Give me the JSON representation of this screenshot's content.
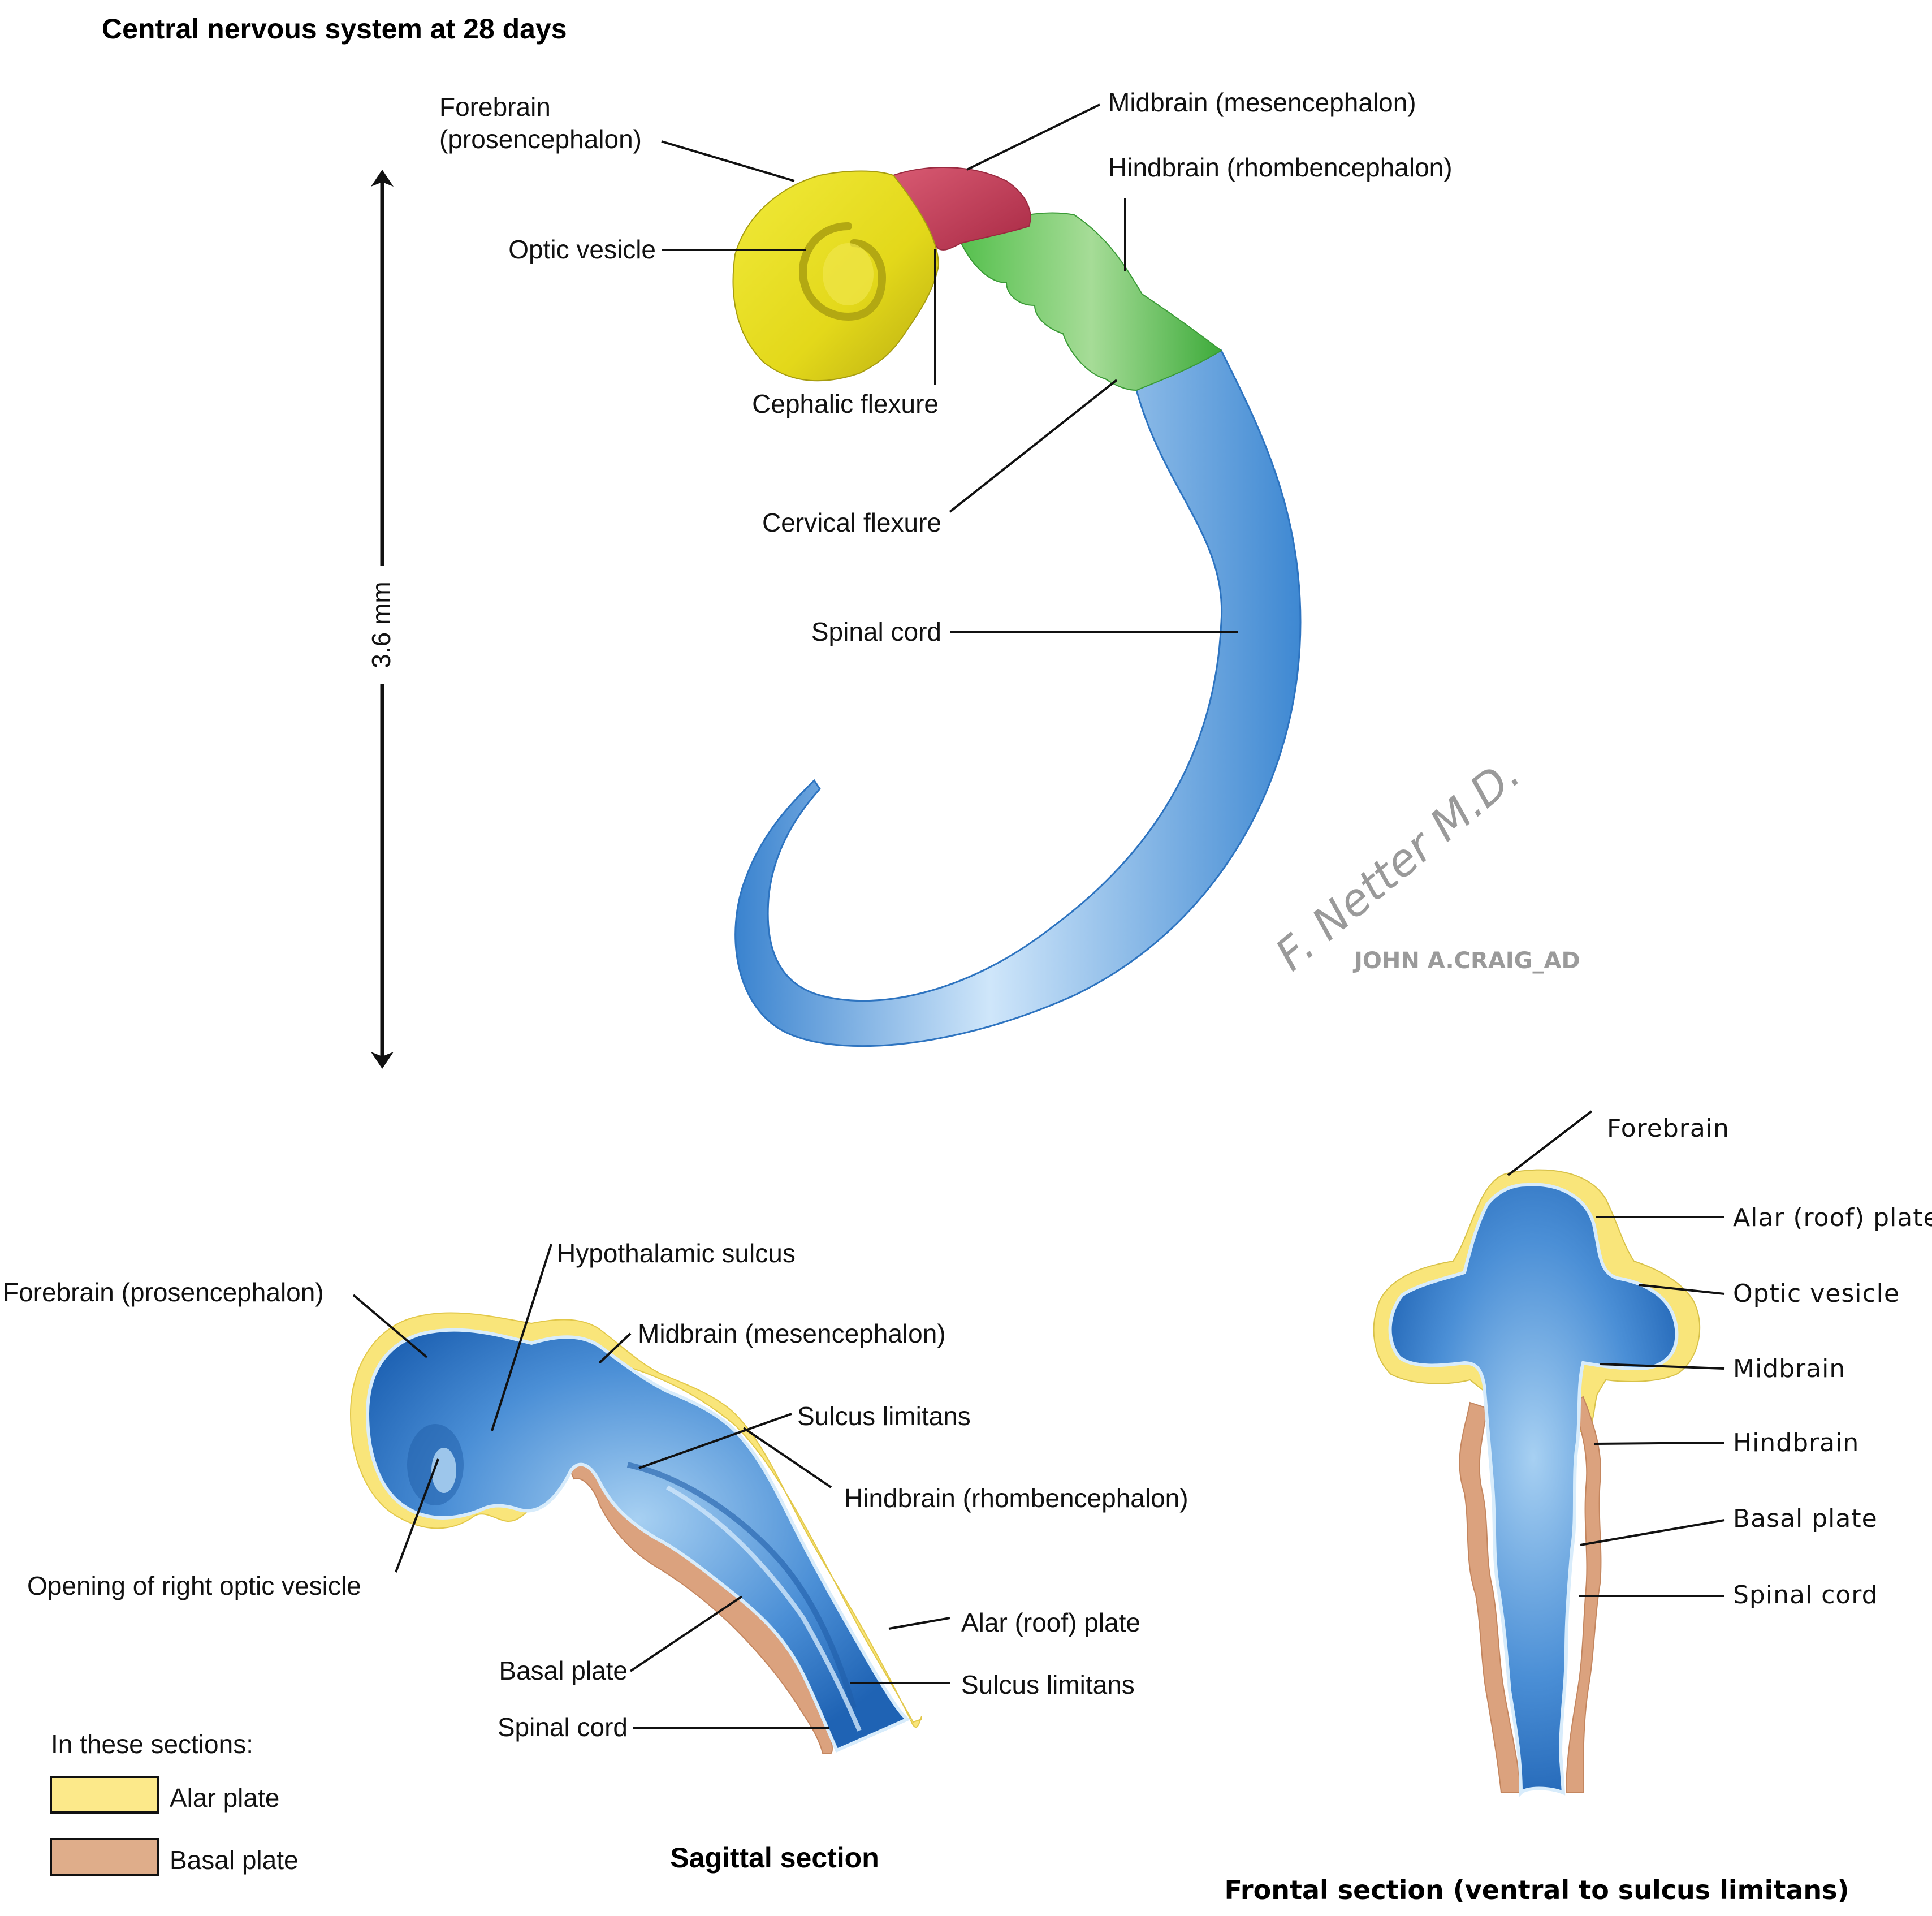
{
  "title": "Central nervous system at 28 days",
  "scale_bar": {
    "label": "3.6 mm"
  },
  "whole_embryo": {
    "labels": {
      "forebrain_line1": "Forebrain",
      "forebrain_line2": "(prosencephalon)",
      "midbrain": "Midbrain (mesencephalon)",
      "hindbrain": "Hindbrain (rhombencephalon)",
      "optic_vesicle": "Optic vesicle",
      "cephalic_flexure": "Cephalic flexure",
      "cervical_flexure": "Cervical flexure",
      "spinal_cord": "Spinal cord"
    },
    "colors": {
      "forebrain": "#e6dc1e",
      "midbrain": "#c23a55",
      "hindbrain": "#4cb847",
      "spinal_cord": "#4f97d8"
    }
  },
  "signature": {
    "artist": "F. Netter M.D.",
    "coartist": "JOHN A.CRAIG_AD"
  },
  "sagittal_section": {
    "caption": "Sagittal section",
    "labels": {
      "hypothalamic_sulcus": "Hypothalamic sulcus",
      "forebrain": "Forebrain (prosencephalon)",
      "midbrain": "Midbrain (mesencephalon)",
      "sulcus_limitans_upper": "Sulcus limitans",
      "hindbrain": "Hindbrain (rhombencephalon)",
      "opening_optic_vesicle": "Opening of right optic vesicle",
      "alar_roof_plate": "Alar (roof) plate",
      "basal_plate": "Basal plate",
      "sulcus_limitans_lower": "Sulcus limitans",
      "spinal_cord": "Spinal cord"
    }
  },
  "frontal_section": {
    "caption": "Frontal section (ventral to sulcus limitans)",
    "labels": {
      "forebrain": "Forebrain",
      "alar_roof_plate": "Alar (roof) plate",
      "optic_vesicle": "Optic vesicle",
      "midbrain": "Midbrain",
      "hindbrain": "Hindbrain",
      "basal_plate": "Basal plate",
      "spinal_cord": "Spinal cord"
    }
  },
  "legend": {
    "heading": "In these sections:",
    "items": [
      {
        "label": "Alar plate",
        "color": "#fce98a"
      },
      {
        "label": "Basal plate",
        "color": "#dfad8a"
      }
    ]
  },
  "section_colors": {
    "alar": "#f9e57a",
    "basal": "#dba27e",
    "lumen": "#2f74c4",
    "lumen_light": "#9cc8ee",
    "ependyma": "#d8ecfb"
  }
}
